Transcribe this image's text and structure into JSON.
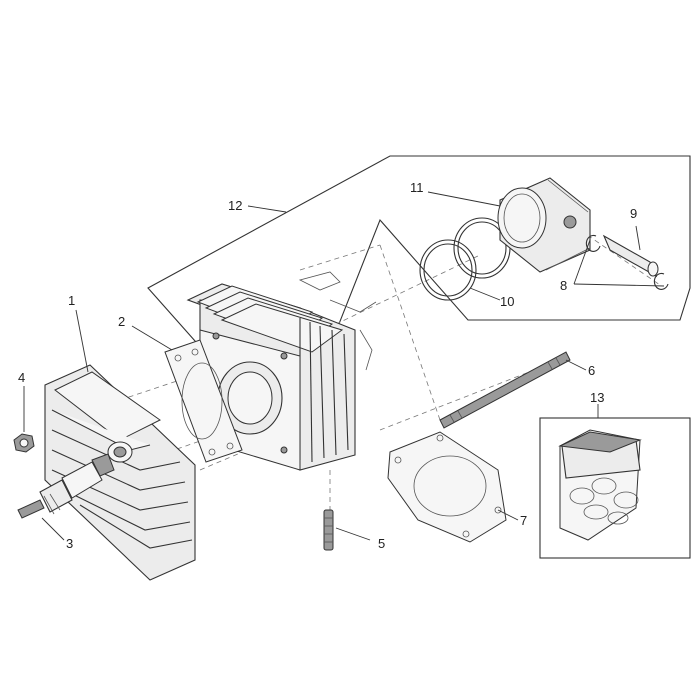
{
  "labels": {
    "p1": "1",
    "p2": "2",
    "p3": "3",
    "p4": "4",
    "p5": "5",
    "p6": "6",
    "p7": "7",
    "p8": "8",
    "p9": "9",
    "p10": "10",
    "p11": "11",
    "p12": "12",
    "p13": "13"
  },
  "colors": {
    "line": "#333333",
    "fill": "#ececec",
    "background": "#ffffff"
  }
}
